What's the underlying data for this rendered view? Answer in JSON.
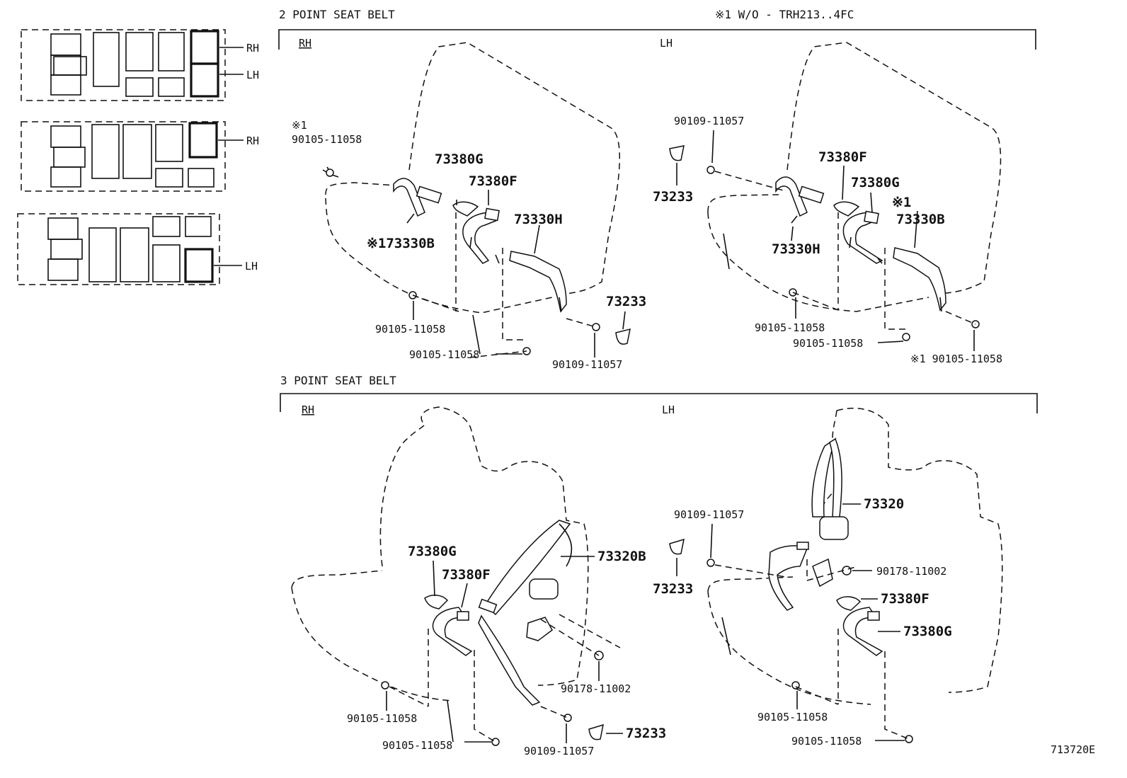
{
  "header": {
    "two_point_title": "2 POINT SEAT BELT",
    "note": "※1 W/O - TRH213..4FC",
    "three_point_title": "3 POINT SEAT BELT",
    "figure_id": "713720E"
  },
  "key_diagrams": {
    "rh": "RH",
    "lh": "LH"
  },
  "two_point": {
    "rh_label": "RH",
    "lh_label": "LH",
    "rh_parts": {
      "note1": "※1",
      "p_90105_top": "90105-11058",
      "p_73380G": "73380G",
      "p_73380F": "73380F",
      "p_73330H": "73330H",
      "p_73330B": "※173330B",
      "p_90105_mid": "90105-11058",
      "p_90105_bot": "90105-11058",
      "p_73233": "73233",
      "p_90109": "90109-11057"
    },
    "lh_parts": {
      "p_90109": "90109-11057",
      "p_73233": "73233",
      "p_73380F": "73380F",
      "p_73380G": "73380G",
      "note1": "※1",
      "p_73330B": "73330B",
      "p_73330H": "73330H",
      "p_90105_a": "90105-11058",
      "p_90105_b": "90105-11058",
      "p_90105_c": "※1 90105-11058"
    }
  },
  "three_point": {
    "rh_label": "RH",
    "lh_label": "LH",
    "rh_parts": {
      "p_73380G": "73380G",
      "p_73380F": "73380F",
      "p_73320B": "73320B",
      "p_90178": "90178-11002",
      "p_90105_a": "90105-11058",
      "p_90105_b": "90105-11058",
      "p_90109": "90109-11057",
      "p_73233": "73233"
    },
    "lh_parts": {
      "p_90109": "90109-11057",
      "p_73233": "73233",
      "p_73320": "73320",
      "p_90178": "90178-11002",
      "p_73380F": "73380F",
      "p_73380G": "73380G",
      "p_90105_a": "90105-11058",
      "p_90105_b": "90105-11058"
    }
  }
}
